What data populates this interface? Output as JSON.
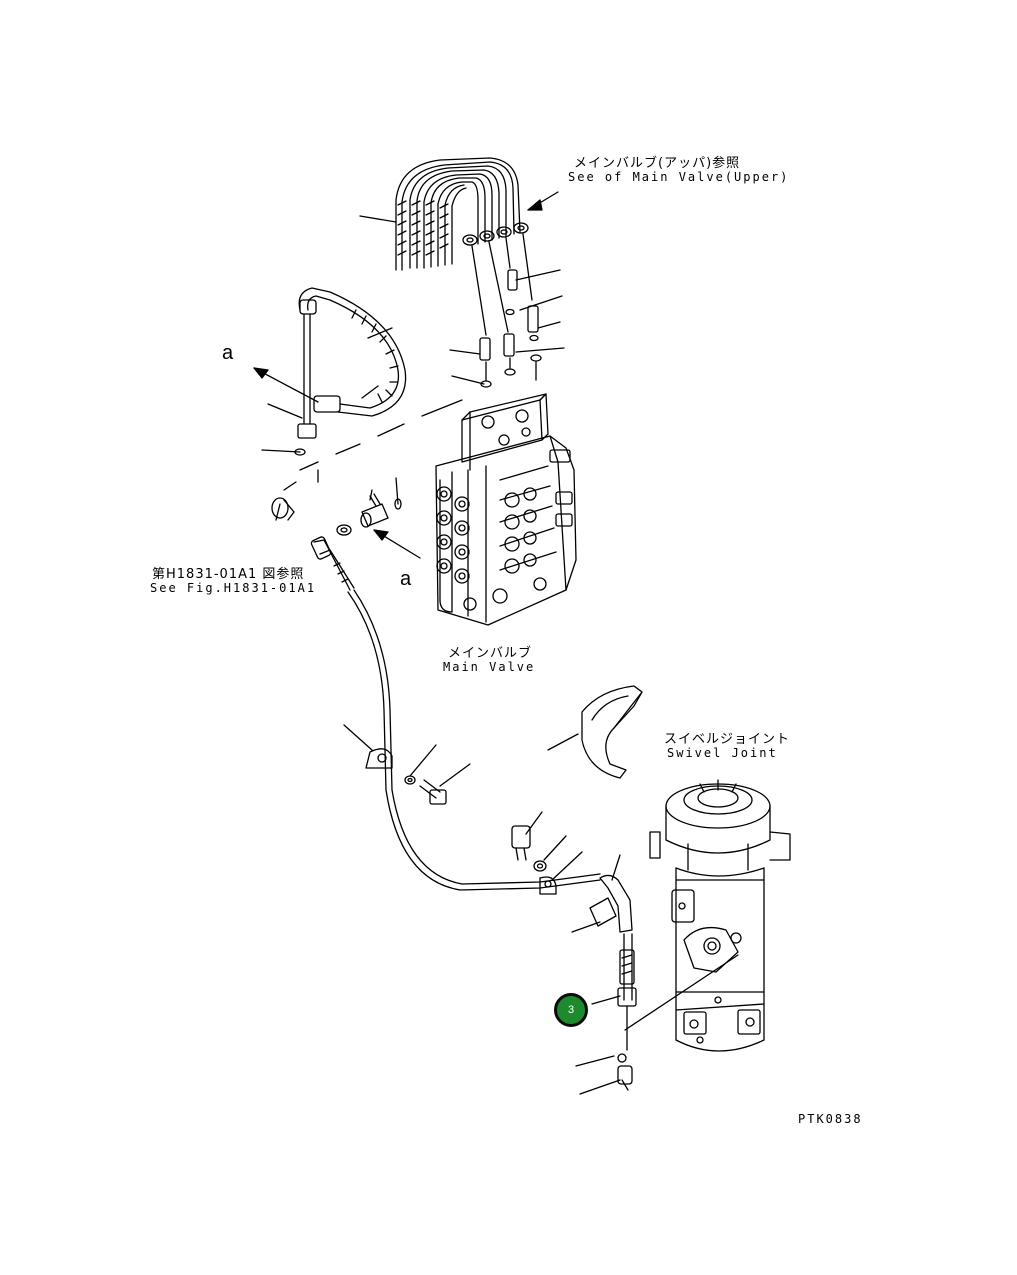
{
  "labels": {
    "main_valve_upper_ja": "メインバルブ(アッパ)参照",
    "main_valve_upper_en": "See of Main Valve(Upper)",
    "see_fig_ja": "第H1831-01A1 図参照",
    "see_fig_en": "See Fig.H1831-01A1",
    "main_valve_ja": "メインバルブ",
    "main_valve_en": "Main Valve",
    "swivel_joint_ja": "スイベルジョイント",
    "swivel_joint_en": "Swivel Joint",
    "ref_a_1": "a",
    "ref_a_2": "a",
    "drawing_code": "PTK0838"
  },
  "callout": {
    "number": "3",
    "color": "#1e8a2e"
  }
}
